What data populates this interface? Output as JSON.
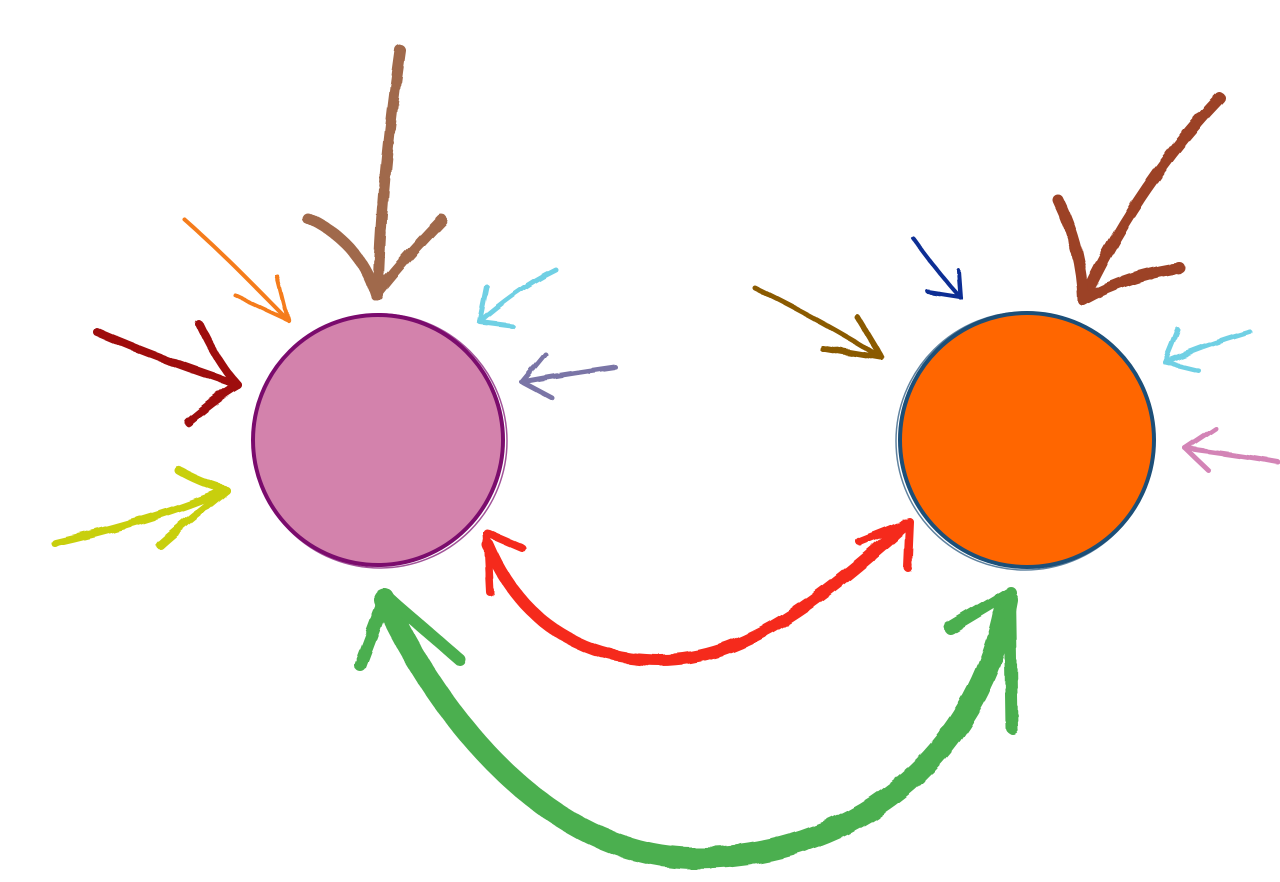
{
  "diagram": {
    "nodes": [
      {
        "id": "left-node",
        "fill": "#d382ac",
        "outline": "#7b0c6d"
      },
      {
        "id": "right-node",
        "fill": "#ff6600",
        "outline": "#1c4f78"
      }
    ],
    "connectors": [
      {
        "id": "right-to-left",
        "from": "right-node",
        "to": "left-node",
        "color": "#f52a1c"
      },
      {
        "id": "left-to-right",
        "from": "left-node",
        "to": "right-node",
        "color": "#4caf50"
      }
    ],
    "incoming_arrows": [
      {
        "id": "top-brown",
        "target": "left-node",
        "color": "#a0694c"
      },
      {
        "id": "upper-left-orange",
        "target": "left-node",
        "color": "#f57c1a"
      },
      {
        "id": "left-dark-red",
        "target": "left-node",
        "color": "#9e0b0b"
      },
      {
        "id": "lower-left-yellow-green",
        "target": "left-node",
        "color": "#c8cf0c"
      },
      {
        "id": "upper-right-cyan",
        "target": "left-node",
        "color": "#6fd0e4"
      },
      {
        "id": "right-purple-gray",
        "target": "left-node",
        "color": "#7a74a6"
      },
      {
        "id": "upper-left-olive",
        "target": "right-node",
        "color": "#8a5a06"
      },
      {
        "id": "top-navy",
        "target": "right-node",
        "color": "#0c2f94"
      },
      {
        "id": "top-right-rust",
        "target": "right-node",
        "color": "#9c4228"
      },
      {
        "id": "right-cyan",
        "target": "right-node",
        "color": "#6fd0e4"
      },
      {
        "id": "right-pink",
        "target": "right-node",
        "color": "#d384b6"
      }
    ]
  }
}
